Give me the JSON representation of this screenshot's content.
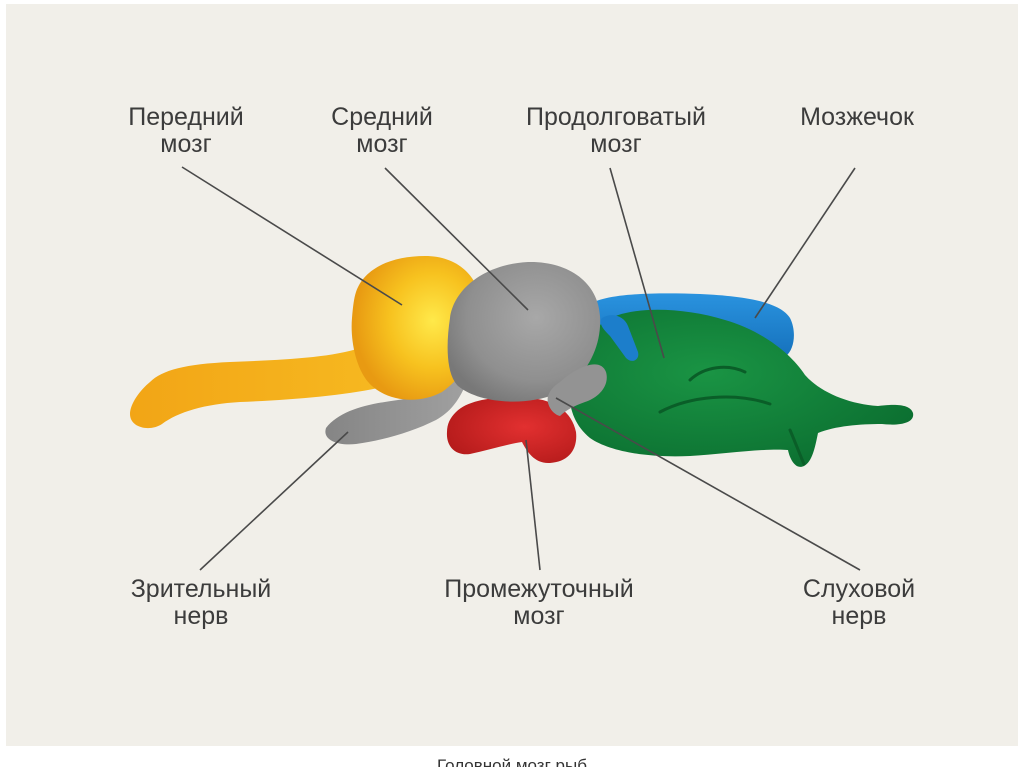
{
  "labels": {
    "forebrain": "Передний\nмозг",
    "midbrain": "Средний\nмозг",
    "medulla": "Продолговатый\nмозг",
    "cerebellum": "Мозжечок",
    "optic_nerve": "Зрительный\nнерв",
    "diencephalon": "Промежуточный\nмозг",
    "auditory_nerve": "Слуховой\nнерв"
  },
  "caption": "Головной мозг рыб",
  "colors": {
    "background": "#f1efe9",
    "forebrain": "#f5b320",
    "midbrain": "#9a9a9a",
    "medulla": "#11803a",
    "cerebellum": "#1d83cf",
    "diencephalon": "#c82222",
    "leader_line": "#4a4a4a"
  }
}
